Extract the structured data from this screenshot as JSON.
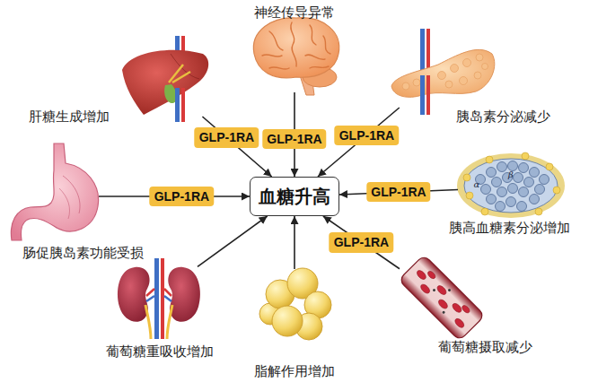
{
  "diagram": {
    "nodes": [
      {
        "text": [
          "神经传导异常"
        ]
      },
      {
        "text": [
          "肝糖生成增加"
        ]
      },
      {
        "text": [
          "胰岛素分泌减少"
        ]
      },
      {
        "text": [
          "肠促胰岛素功能受损"
        ]
      },
      {
        "text": [
          "血糖升高"
        ]
      },
      {
        "text": [
          "胰高血糖素分泌增加"
        ]
      },
      {
        "text": [
          "葡萄糖重吸收增加"
        ]
      },
      {
        "text": [
          "脂解作用增加"
        ]
      },
      {
        "text": [
          "葡萄糖摄取减少"
        ]
      }
    ],
    "edges": [
      {
        "from": 1,
        "to": 4,
        "arrow": "to",
        "label": "GLP-1RA"
      },
      {
        "from": 0,
        "to": 4,
        "arrow": "to",
        "label": "GLP-1RA"
      },
      {
        "from": 2,
        "to": 4,
        "arrow": "to",
        "label": "GLP-1RA"
      },
      {
        "from": 3,
        "to": 4,
        "arrow": "to",
        "label": "GLP-1RA"
      },
      {
        "from": 5,
        "to": 4,
        "arrow": "to",
        "label": "GLP-1RA"
      },
      {
        "from": 6,
        "to": 4,
        "arrow": "to"
      },
      {
        "from": 7,
        "to": 4,
        "arrow": "to"
      },
      {
        "from": 8,
        "to": 4,
        "arrow": "to",
        "label": "GLP-1RA"
      }
    ],
    "labels": [
      "α",
      "β"
    ]
  }
}
